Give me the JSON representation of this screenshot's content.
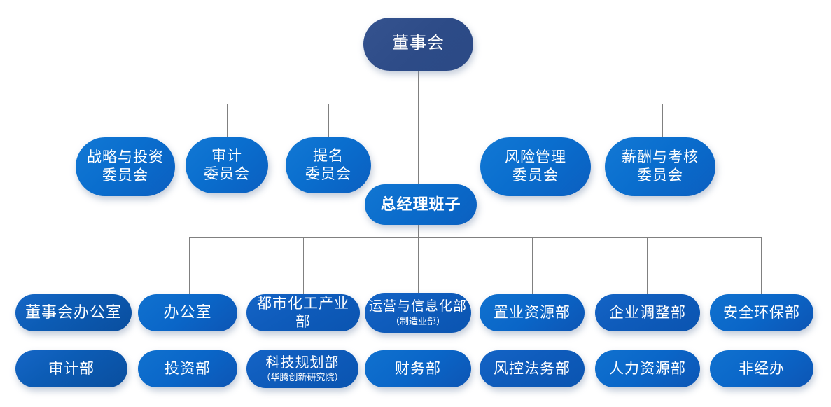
{
  "diagram": {
    "title_node": {
      "label": "董事会"
    },
    "gm_node": {
      "label": "总经理班子"
    },
    "committees": [
      {
        "label_line1": "战略与投资",
        "label_line2": "委员会"
      },
      {
        "label_line1": "审计",
        "label_line2": "委员会"
      },
      {
        "label_line1": "提名",
        "label_line2": "委员会"
      },
      {
        "label_line1": "风险管理",
        "label_line2": "委员会"
      },
      {
        "label_line1": "薪酬与考核",
        "label_line2": "委员会"
      }
    ],
    "departments_row1": [
      {
        "label": "董事会办公室",
        "sub": ""
      },
      {
        "label": "办公室",
        "sub": ""
      },
      {
        "label": "都市化工产业部",
        "sub": ""
      },
      {
        "label": "运营与信息化部",
        "sub": "（制造业部）"
      },
      {
        "label": "置业资源部",
        "sub": ""
      },
      {
        "label": "企业调整部",
        "sub": ""
      },
      {
        "label": "安全环保部",
        "sub": ""
      }
    ],
    "departments_row2": [
      {
        "label": "审计部",
        "sub": ""
      },
      {
        "label": "投资部",
        "sub": ""
      },
      {
        "label": "科技规划部",
        "sub": "（华腾创新研究院）"
      },
      {
        "label": "财务部",
        "sub": ""
      },
      {
        "label": "风控法务部",
        "sub": ""
      },
      {
        "label": "人力资源部",
        "sub": ""
      },
      {
        "label": "非经办",
        "sub": ""
      }
    ],
    "colors": {
      "board_fill": "#2d4b87",
      "node_fill": "#0a66c8",
      "connector": "#808080",
      "text": "#ffffff",
      "background": "#ffffff"
    }
  }
}
